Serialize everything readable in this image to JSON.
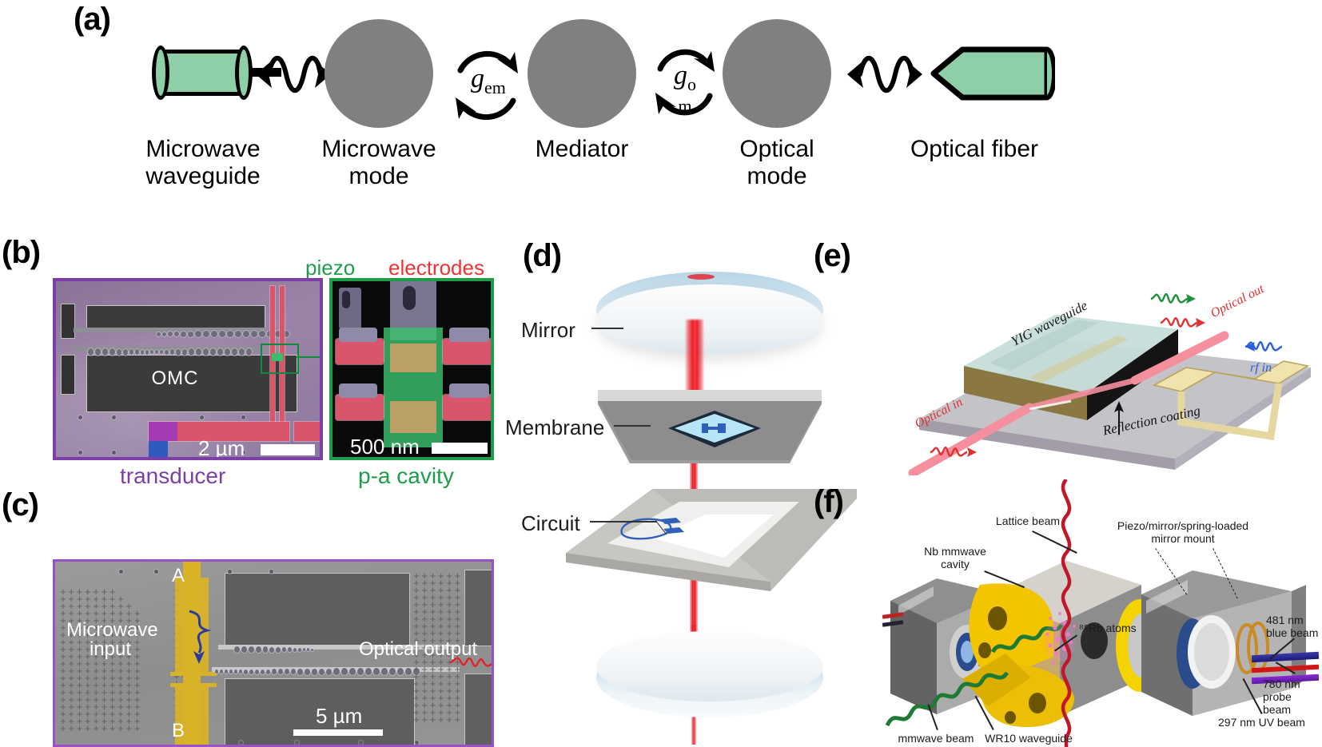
{
  "figure": {
    "panels": [
      "(a)",
      "(b)",
      "(c)",
      "(d)",
      "(e)",
      "(f)"
    ]
  },
  "panel_a": {
    "label": "(a)",
    "nodes": [
      {
        "caption_line1": "Microwave",
        "caption_line2": "waveguide",
        "kind": "waveguide"
      },
      {
        "caption_line1": "Microwave",
        "caption_line2": "mode",
        "kind": "mode-circle"
      },
      {
        "caption_line1": "Mediator",
        "caption_line2": "",
        "kind": "mode-circle"
      },
      {
        "caption_line1": "Optical",
        "caption_line2": "mode",
        "kind": "mode-circle"
      },
      {
        "caption_line1": "Optical fiber",
        "caption_line2": "",
        "kind": "fiber"
      }
    ],
    "couplings": [
      {
        "symbol": "g",
        "subscript": "em",
        "subscript_second_line": ""
      },
      {
        "symbol": "g",
        "subscript": "o",
        "subscript_second_line": "m"
      }
    ],
    "colors": {
      "circle": "#808080",
      "guide_fill": "#8fcfa8",
      "stroke": "#000000"
    }
  },
  "panel_b": {
    "label": "(b)",
    "top_labels": [
      {
        "text": "piezo",
        "color": "#1e9e4a"
      },
      {
        "text": "electrodes",
        "color": "#ee3333"
      }
    ],
    "left_image": {
      "inner_label": "OMC",
      "scalebar_text": "2 µm",
      "border_color": "#7c3fa8",
      "bottom_caption": "transducer",
      "caption_color": "#7c3fa8"
    },
    "right_image": {
      "scalebar_text": "500 nm",
      "border_color": "#1e9e4a",
      "bottom_caption": "p-a cavity",
      "caption_color": "#1e9e4a"
    }
  },
  "panel_c": {
    "label": "(c)",
    "port_a": "A",
    "port_b": "B",
    "input_label_line1": "Microwave",
    "input_label_line2": "input",
    "output_label": "Optical output",
    "scalebar_text": "5 µm",
    "border_color": "#9a51c8"
  },
  "panel_d": {
    "label": "(d)",
    "labels": [
      "Mirror",
      "Membrane",
      "Circuit"
    ],
    "beam_color": "#e8131f"
  },
  "panel_e": {
    "label": "(e)",
    "device_label": "YIG waveguide",
    "coating_label": "Reflection coating",
    "optical_in": "Optical in",
    "optical_out": "Optical out",
    "rf_in": "rf in",
    "colors": {
      "optical": "#e03030",
      "rf": "#2b5fd9",
      "mw_green": "#1e8f3a",
      "gold": "#e8d99a"
    }
  },
  "panel_f": {
    "label": "(f)",
    "labels": {
      "cavity_line1": "Nb mmwave",
      "cavity_line2": "cavity",
      "lattice": "Lattice beam",
      "mount_line1": "Piezo/mirror/spring-loaded",
      "mount_line2": "mirror mount",
      "atoms": "⁸⁵Rb atoms",
      "blue_line1": "481 nm",
      "blue_line2": "blue beam",
      "probe_line1": "780 nm",
      "probe_line2": "probe beam",
      "uv": "297 nm UV beam",
      "mmwave_beam": "mmwave beam",
      "waveguide": "WR10 waveguide"
    }
  }
}
